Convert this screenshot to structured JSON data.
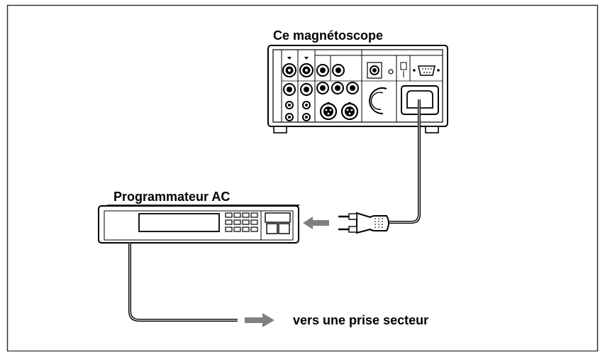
{
  "labels": {
    "vcr": "Ce magnétoscope",
    "timer": "Programmateur AC",
    "outlet": "vers une prise secteur"
  },
  "colors": {
    "ink": "#000000",
    "arrow": "#808080",
    "frame": "#333333"
  },
  "icons": [
    "arrow-left-icon",
    "arrow-right-icon",
    "plug-icon",
    "power-socket-icon",
    "d-sub-connector-icon",
    "xlr-connector-icon",
    "bnc-connector-icon"
  ]
}
